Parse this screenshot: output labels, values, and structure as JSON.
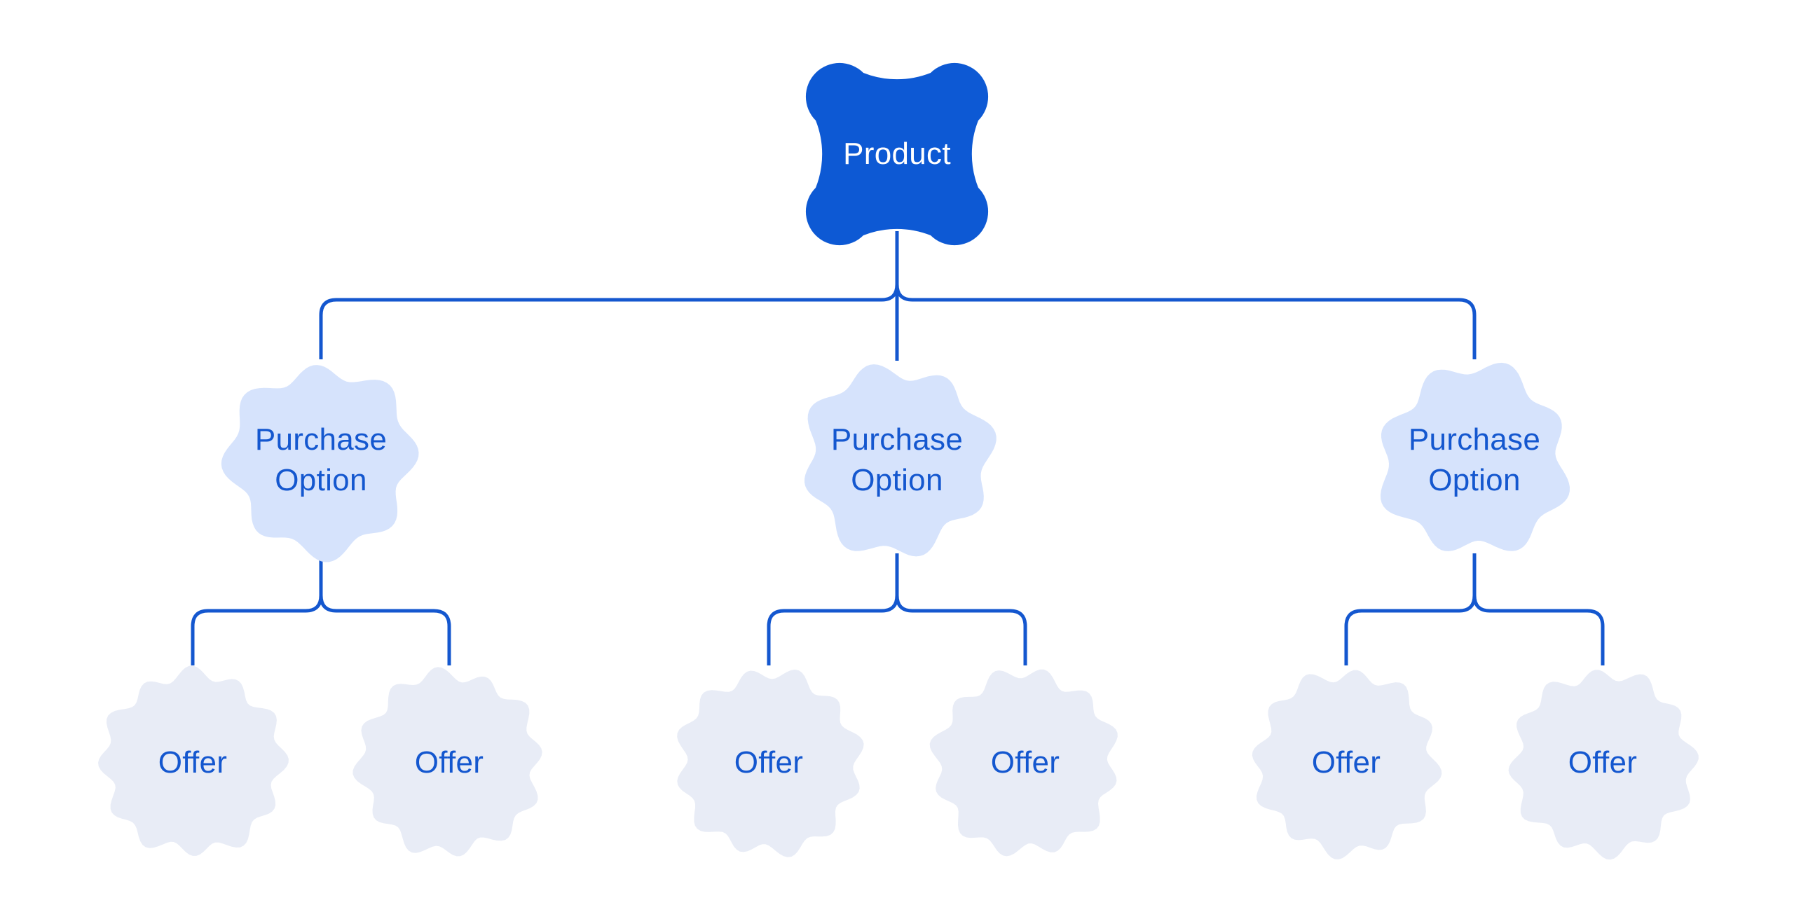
{
  "diagram": {
    "root": {
      "label": "Product"
    },
    "purchase_options": [
      {
        "label": "Purchase Option"
      },
      {
        "label": "Purchase Option"
      },
      {
        "label": "Purchase Option"
      }
    ],
    "offers": [
      {
        "label": "Offer"
      },
      {
        "label": "Offer"
      },
      {
        "label": "Offer"
      },
      {
        "label": "Offer"
      },
      {
        "label": "Offer"
      },
      {
        "label": "Offer"
      }
    ],
    "colors": {
      "background": "#ffffff",
      "product_fill": "#0d59d4",
      "product_text": "#ffffff",
      "purchase_fill": "#d6e3fc",
      "offer_fill": "#e8ecf6",
      "node_text": "#1457cf",
      "connector": "#1457cf"
    }
  }
}
